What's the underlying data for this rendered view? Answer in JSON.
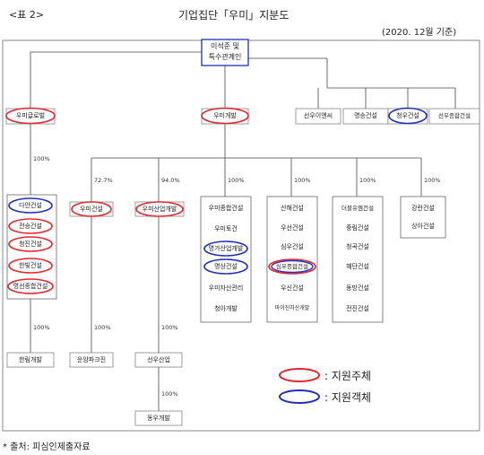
{
  "header": {
    "table_no": "<표 2>",
    "title": "기업집단「우미」지분도",
    "date": "(2020. 12월 기준)"
  },
  "root": {
    "line1": "이석준 및",
    "line2": "특수관계인"
  },
  "level1": [
    "우미글로벌",
    "우미개발",
    "선우이엔씨",
    "명승건설",
    "청우건설",
    "선우종합건설"
  ],
  "branches": {
    "global_pct": "100%",
    "global_children": [
      "다안건설",
      "전승건설",
      "청진건설",
      "한빛건설",
      "명선종합건설"
    ],
    "global_tail_pct": "100%",
    "global_tail": "한림개발",
    "gaebal_pcts": [
      "72.7%",
      "94.0%",
      "100%",
      "100%",
      "100%",
      "100%"
    ],
    "c1": {
      "name": "우미건설",
      "pct": "100%",
      "child": "운암파크진"
    },
    "c2": {
      "name": "우미산업개발",
      "pct": "100%",
      "child": "선우산업",
      "pct2": "100%",
      "child2": "동우개발"
    },
    "c3": [
      "우미종합건설",
      "우미토건",
      "명가산업개발",
      "명상건설",
      "우미자산관리",
      "청아개발"
    ],
    "c4": [
      "산해건설",
      "우선건설",
      "심우건설",
      "심우종합건설",
      "우신건설",
      "마이진자산개발"
    ],
    "c5": [
      "더블유엠건설",
      "중림건설",
      "청곡건설",
      "혜단건설",
      "동방건설",
      "전진건설"
    ],
    "c6": [
      "강란건설",
      "상아건설"
    ]
  },
  "legend": {
    "red_label": ": 지원주체",
    "blue_label": ": 지원객체",
    "red_color": "#e0282e",
    "blue_color": "#2130b4"
  },
  "footer": {
    "source": "* 출처: 피심인제출자료"
  }
}
